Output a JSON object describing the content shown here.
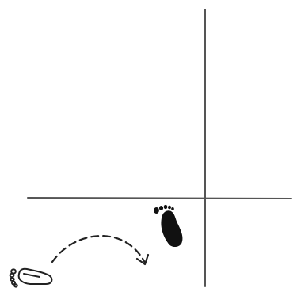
{
  "diagram": {
    "axis_color": "#555555",
    "footprint_filled_color": "#111111",
    "footprint_outline_color": "#222222",
    "arrow_color": "#222222",
    "elements": [
      {
        "name": "vertical-axis-line",
        "icon": "line"
      },
      {
        "name": "horizontal-axis-line",
        "icon": "line"
      },
      {
        "name": "footprint-filled-icon",
        "icon": "footprint-filled"
      },
      {
        "name": "footprint-outline-icon",
        "icon": "footprint-outline"
      },
      {
        "name": "curved-dashed-arrow",
        "icon": "dashed-arrow"
      }
    ]
  }
}
